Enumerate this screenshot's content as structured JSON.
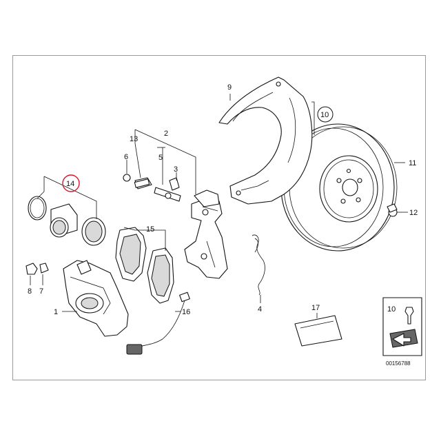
{
  "diagram": {
    "labels": {
      "l1": "1",
      "l2": "2",
      "l3": "3",
      "l4": "4",
      "l5": "5",
      "l6": "6",
      "l7": "7",
      "l8": "8",
      "l9": "9",
      "l10": "10",
      "l11": "11",
      "l12": "12",
      "l13": "13",
      "l14": "14",
      "l15": "15",
      "l16": "16",
      "l17": "17",
      "inset_label": "10"
    },
    "highlighted_part": "14",
    "highlight_color": "#d9182d",
    "reference_code": "00156788"
  }
}
